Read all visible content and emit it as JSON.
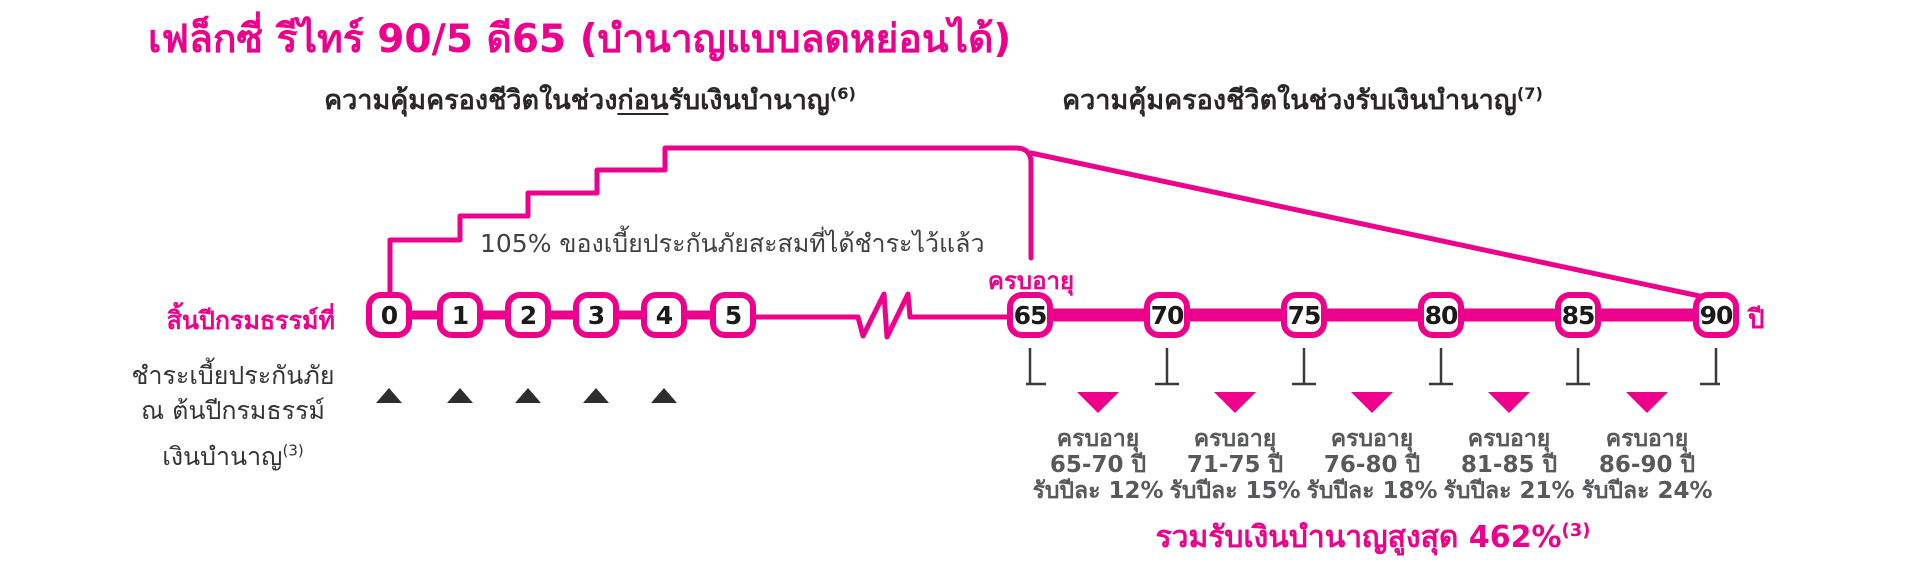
{
  "title": "เฟล็กซี่ รีไทร์ 90/5 ดี65 (บำนาญแบบลดหย่อนได้)",
  "colors": {
    "pink": "#EC008C",
    "dark_text": "#2B2728",
    "gray_text": "#58595B",
    "tick_dark": "#3A3A3C"
  },
  "headers": {
    "before_pension": {
      "pre": "ความคุ้มครองชีวิตในช่วง",
      "underlined": "ก่อน",
      "post": "รับเงินบำนาญ",
      "sup": "(6)"
    },
    "during_pension": {
      "text": "ความคุ้มครองชีวิตในช่วงรับเงินบำนาญ",
      "sup": "(7)"
    }
  },
  "stair_label": "105% ของเบี้ยประกันภัยสะสมที่ได้ชำระไว้แล้ว",
  "left_labels": {
    "policy_year_end": "สิ้นปีกรมธรรม์ที่",
    "premium_line1": "ชำระเบี้ยประกันภัย",
    "premium_line2": "ณ ต้นปีกรมธรรม์",
    "pension_row": "เงินบำนาญ",
    "pension_row_sup": "(3)"
  },
  "maturity_label": "ครบอายุ",
  "year_unit": "ปี",
  "timeline": {
    "early_nodes": [
      "0",
      "1",
      "2",
      "3",
      "4",
      "5"
    ],
    "late_nodes": [
      "65",
      "70",
      "75",
      "80",
      "85",
      "90"
    ]
  },
  "payouts": [
    {
      "line1": "ครบอายุ",
      "line2": "65-70 ปี",
      "line3": "รับปีละ 12%"
    },
    {
      "line1": "ครบอายุ",
      "line2": "71-75 ปี",
      "line3": "รับปีละ 15%"
    },
    {
      "line1": "ครบอายุ",
      "line2": "76-80 ปี",
      "line3": "รับปีละ 18%"
    },
    {
      "line1": "ครบอายุ",
      "line2": "81-85 ปี",
      "line3": "รับปีละ 21%"
    },
    {
      "line1": "ครบอายุ",
      "line2": "86-90 ปี",
      "line3": "รับปีละ 24%"
    }
  ],
  "total": {
    "text": "รวมรับเงินบำนาญสูงสุด 462%",
    "sup": "(3)"
  }
}
